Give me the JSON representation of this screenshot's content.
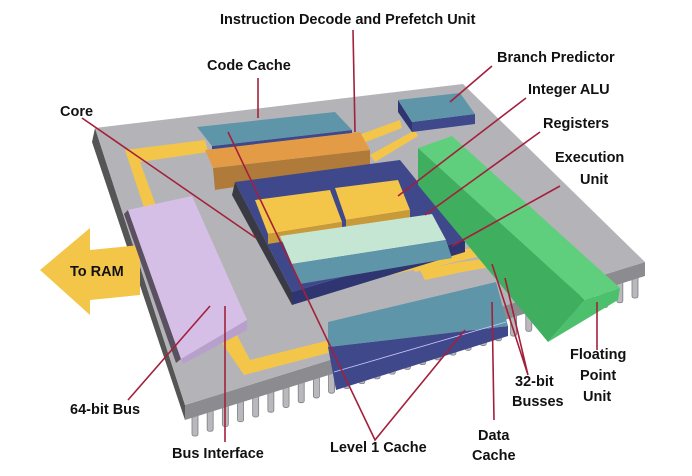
{
  "diagram": {
    "labels": {
      "decode": "Instruction Decode and Prefetch Unit",
      "code_cache": "Code Cache",
      "branch": "Branch Predictor",
      "int_alu": "Integer ALU",
      "core": "Core",
      "registers": "Registers",
      "exec_1": "Execution",
      "exec_2": "Unit",
      "to_ram": "To RAM",
      "fpu_1": "Floating",
      "fpu_2": "Point",
      "fpu_3": "Unit",
      "busses_1": "32-bit",
      "busses_2": "Busses",
      "bus64": "64-bit Bus",
      "bus_interface": "Bus Interface",
      "l1_cache": "Level 1 Cache",
      "data_1": "Data",
      "data_2": "Cache"
    },
    "colors": {
      "chip": "#b4b4b8",
      "teal": "#5e95a9",
      "navy": "#40488c",
      "orange": "#e39c45",
      "yellow": "#f3c64a",
      "green": "#5fcf7e",
      "purple": "#d6bfe6",
      "registers": "#c6e6d4",
      "pointer": "#a3203c"
    }
  }
}
